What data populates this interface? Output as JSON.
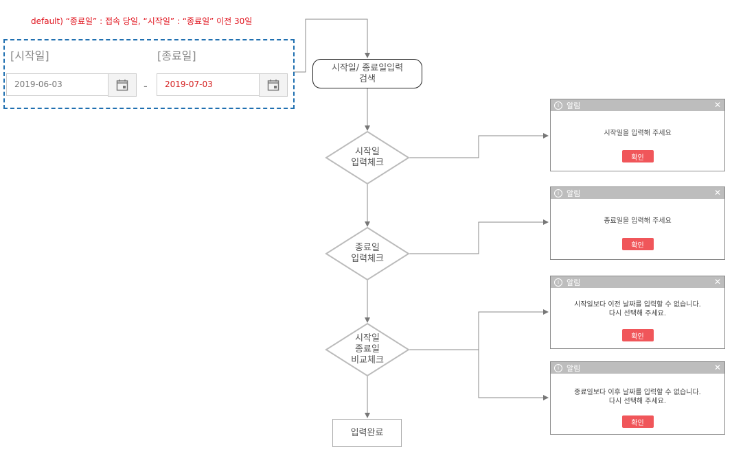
{
  "note": "default) “종료일” : 접속 당일, “시작일” : “종료일” 이전 30일",
  "form": {
    "start_label": "[시작일]",
    "end_label": "[종료일]",
    "start_value": "2019-06-03",
    "end_value": "2019-07-03",
    "separator": "-"
  },
  "flow": {
    "start": [
      "시작일/ 종료일입력",
      "검색"
    ],
    "check1": [
      "시작일",
      "입력체크"
    ],
    "check2": [
      "종료일",
      "입력체크"
    ],
    "check3": [
      "시작일",
      "종료일",
      "비교체크"
    ],
    "end": "입력완료"
  },
  "dialogs": [
    {
      "title": "알림",
      "lines": [
        "시작일을 입력해 주세요"
      ],
      "ok": "확인"
    },
    {
      "title": "알림",
      "lines": [
        "종료일을 입력해 주세요"
      ],
      "ok": "확인"
    },
    {
      "title": "알림",
      "lines": [
        "시작일보다 이전 날짜를 입력할 수 없습니다.",
        "다시 선택해 주세요."
      ],
      "ok": "확인"
    },
    {
      "title": "알림",
      "lines": [
        "종료일보다 이후 날짜를 입력할 수 없습니다.",
        "다시 선택해 주세요."
      ],
      "ok": "확인"
    }
  ]
}
